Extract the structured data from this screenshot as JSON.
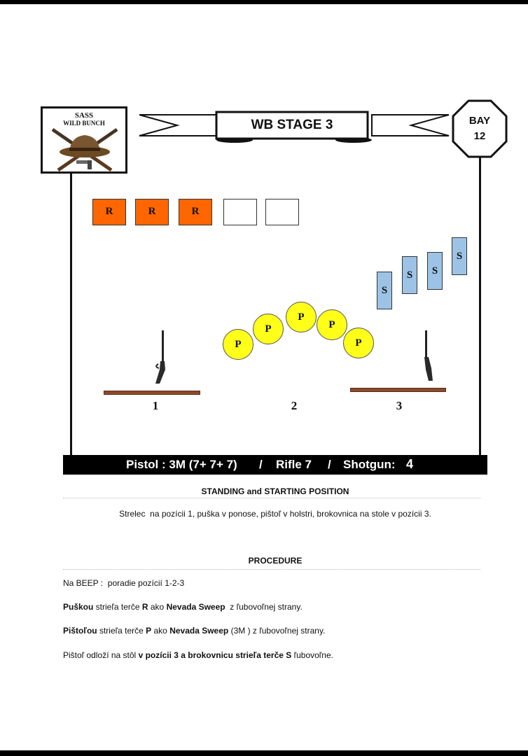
{
  "logo": {
    "line1": "SASS",
    "line2": "WILD BUNCH"
  },
  "stage_title": "WB STAGE 3",
  "bay": {
    "label": "BAY",
    "number": "12"
  },
  "rifle_targets": [
    "R",
    "R",
    "R",
    "",
    ""
  ],
  "shotgun_targets": [
    "S",
    "S",
    "S",
    "S"
  ],
  "pistol_targets": [
    "P",
    "P",
    "P",
    "P",
    "P"
  ],
  "positions": [
    "1",
    "2",
    "3"
  ],
  "colors": {
    "rifle": "#ff6600",
    "pistol": "#ffff1a",
    "shotgun": "#9cc3e6",
    "table": "#8b4a2b"
  },
  "ammo": {
    "pistol": "Pistol : 3M (7+ 7+ 7)",
    "sep1": "/",
    "rifle": "Rifle 7",
    "sep2": "/",
    "shotgun_label": "Shotgun:",
    "shotgun_count": "4"
  },
  "standing": {
    "title": "STANDING and STARTING POSITION",
    "text": "Strelec  na pozícii 1, puška v ponose, pištoľ v holstri, brokovnica na stole v pozícii 3."
  },
  "procedure": {
    "title": "PROCEDURE",
    "line1": "Na BEEP :  poradie pozícií 1-2-3",
    "line2": {
      "b1": "Puškou",
      "t1": " strieľa terče ",
      "b2": "R",
      "t2": " ako ",
      "b3": "Nevada Sweep",
      "t3": "  z ľubovoľnej strany."
    },
    "line3": {
      "b1": "Pištoľou",
      "t1": " strieľa terče ",
      "b2": "P",
      "t2": " ako ",
      "b3": "Nevada Sweep",
      "t3": " (3M ) z ľubovoľnej strany."
    },
    "line4": {
      "t1": "Pištoľ odloží na stôl ",
      "b1": "v pozícii 3 a brokovnicu strieľa terče S",
      "t2": " ľubovoľne."
    }
  }
}
